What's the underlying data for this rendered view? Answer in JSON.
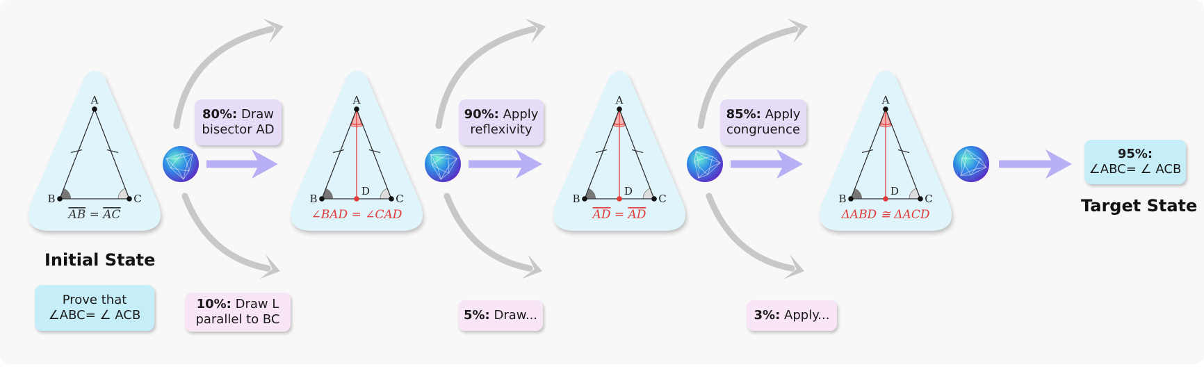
{
  "initial_state_label": "Initial State",
  "target_state_label": "Target State",
  "goal_text": [
    "Prove that",
    "∠ABC= ∠ ACB"
  ],
  "target_box": {
    "pct": "95%:",
    "text": "∠ABC= ∠ ACB"
  },
  "point_labels": {
    "a": "A",
    "b": "B",
    "c": "C",
    "d": "D"
  },
  "states": [
    {
      "caption_left": "AB",
      "caption_op": "=",
      "caption_right": "AC",
      "overline": true,
      "caption_color": "#333333"
    },
    {
      "caption_left": "∠BAD",
      "caption_op": "=",
      "caption_right": "∠CAD",
      "overline": false,
      "caption_color": "#e03a3a"
    },
    {
      "caption_left": "AD",
      "caption_op": "=",
      "caption_right": "AD",
      "overline": true,
      "caption_color": "#e03a3a"
    },
    {
      "caption_left": "ΔABD",
      "caption_op": "≅",
      "caption_right": "ΔACD",
      "overline": false,
      "caption_color": "#e03a3a"
    }
  ],
  "actions": [
    {
      "pct": "80%:",
      "line1": "Draw",
      "line2": "bisector AD"
    },
    {
      "pct": "90%:",
      "line1": "Apply",
      "line2": "reflexivity"
    },
    {
      "pct": "85%:",
      "line1": "Apply",
      "line2": "congruence"
    }
  ],
  "alternatives": [
    {
      "pct": "10%:",
      "line1": "Draw L",
      "line2": "parallel to BC"
    },
    {
      "pct": "5%:",
      "line1": "Draw...",
      "line2": ""
    },
    {
      "pct": "3%:",
      "line1": "Apply...",
      "line2": ""
    }
  ],
  "colors": {
    "panel": "#dff5fb",
    "arrow_main": "#b8b0f5",
    "arrow_branch": "#c8c8c8",
    "highlight": "#e03a3a"
  }
}
